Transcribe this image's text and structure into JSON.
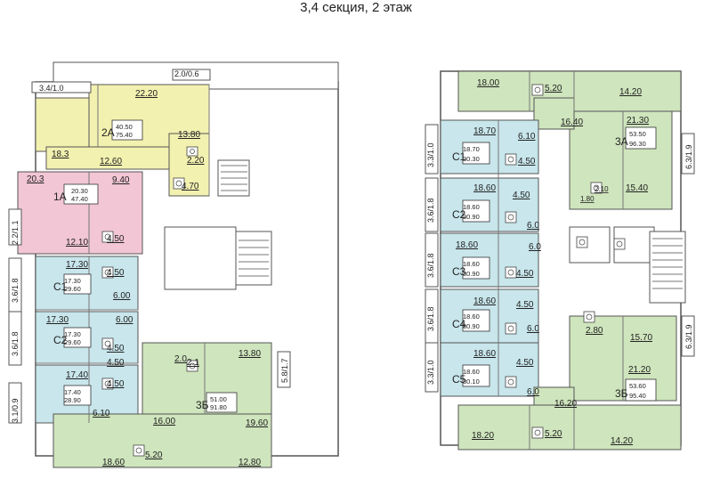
{
  "title": "3,4 секция, 2 этаж",
  "colors": {
    "yellow": "#f3f1b0",
    "pink": "#f2c6d4",
    "blue": "#c8e6ec",
    "green": "#cfe5bd",
    "wall": "#555555",
    "line": "#777777"
  },
  "section3": {
    "apt_2A": {
      "code": "2А",
      "living": "40.50",
      "total": "75.40"
    },
    "apt_1A": {
      "code": "1А",
      "living": "20.30",
      "total": "47.40"
    },
    "apt_C1": {
      "code": "С1",
      "living": "17.30",
      "total": "29.60"
    },
    "apt_C2": {
      "code": "С2",
      "living": "17.30",
      "total": "29.60"
    },
    "apt_C3": {
      "code": "",
      "living": "17.40",
      "total": "28.90"
    },
    "apt_3B": {
      "code": "3Б",
      "living": "51.00",
      "total": "91.80"
    },
    "balconies": [
      "3.4/1.0",
      "2.0/0.6",
      "2.2/1.1",
      "3.6/1.8",
      "3.6/1.8",
      "3.1/0.9",
      "5.8/1.7"
    ],
    "rooms_2A": [
      "22.20",
      "18.3",
      "12.60",
      "13.80",
      "2.20",
      "4.70"
    ],
    "rooms_1A": [
      "20.3",
      "9.40",
      "12.10",
      "4.50"
    ],
    "rooms_C1": [
      "17.30",
      "4.50",
      "6.00"
    ],
    "rooms_C2": [
      "17.30",
      "6.00",
      "4.50",
      "4.50"
    ],
    "rooms_C3": [
      "17.40",
      "4.50",
      "6.10"
    ],
    "rooms_3B": [
      "13.80",
      "2.0",
      "2.1",
      "16.00",
      "19.60",
      "18.60",
      "5.20",
      "12.80"
    ]
  },
  "section4": {
    "apt_C1": {
      "code": "С1",
      "living": "18.70",
      "total": "30.30"
    },
    "apt_C2": {
      "code": "С2",
      "living": "18.60",
      "total": "30.90"
    },
    "apt_C3": {
      "code": "С3",
      "living": "18.60",
      "total": "30.90"
    },
    "apt_C4": {
      "code": "С4",
      "living": "18.60",
      "total": "30.90"
    },
    "apt_C5": {
      "code": "С5",
      "living": "18.60",
      "total": "30.10"
    },
    "apt_3A": {
      "code": "3А",
      "living": "53.50",
      "total": "96.30"
    },
    "apt_3B": {
      "code": "3Б",
      "living": "53.60",
      "total": "95.40"
    },
    "balconies": [
      "3.3/1.0",
      "3.6/1.8",
      "3.6/1.8",
      "3.6/1.8",
      "3.3/1.0",
      "6.3/1.9",
      "6.3/1.9"
    ],
    "rooms_3A": [
      "18.00",
      "5.20",
      "14.20",
      "16.40",
      "21.30",
      "15.40",
      "2.10",
      "1.80"
    ],
    "rooms_C1": [
      "18.70",
      "6.10",
      "4.50"
    ],
    "rooms_C2": [
      "18.60",
      "4.50",
      "6.0"
    ],
    "rooms_C3": [
      "18.60",
      "6.0",
      "4.50"
    ],
    "rooms_C4": [
      "18.60",
      "4.50",
      "6.0"
    ],
    "rooms_C5": [
      "18.60",
      "4.50",
      "6.0"
    ],
    "rooms_3B": [
      "2.80",
      "15.70",
      "21.20",
      "16.20",
      "18.20",
      "5.20",
      "14.20"
    ]
  }
}
